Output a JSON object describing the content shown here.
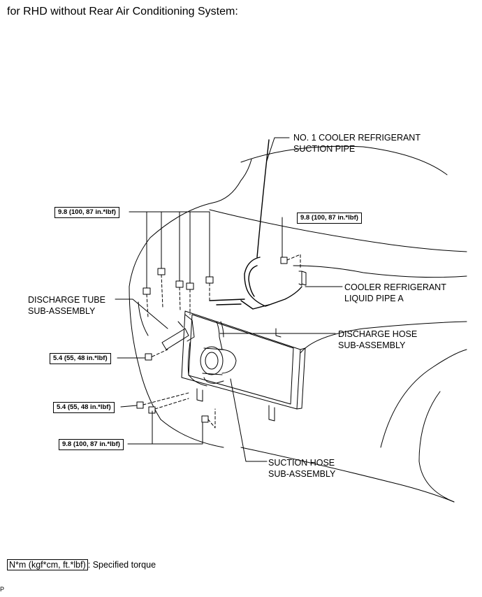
{
  "heading": "for RHD without Rear Air Conditioning System:",
  "parts": {
    "suction_pipe": [
      "NO. 1 COOLER REFRIGERANT",
      "SUCTION PIPE"
    ],
    "liquid_pipe": [
      "COOLER REFRIGERANT",
      "LIQUID PIPE A"
    ],
    "discharge_tube": [
      "DISCHARGE TUBE",
      "SUB-ASSEMBLY"
    ],
    "discharge_hose": [
      "DISCHARGE HOSE",
      "SUB-ASSEMBLY"
    ],
    "suction_hose": [
      "SUCTION HOSE",
      "SUB-ASSEMBLY"
    ]
  },
  "torques": {
    "top_left": "9.8 (100, 87 in.*lbf)",
    "top_right": "9.8 (100, 87 in.*lbf)",
    "mid_left": "5.4 (55, 48 in.*lbf)",
    "lower_left": "5.4 (55, 48 in.*lbf)",
    "bottom": "9.8 (100, 87 in.*lbf)"
  },
  "legend": {
    "unit": "N*m (kgf*cm, ft.*lbf)",
    "text": ": Specified torque"
  },
  "corner_mark": "P"
}
